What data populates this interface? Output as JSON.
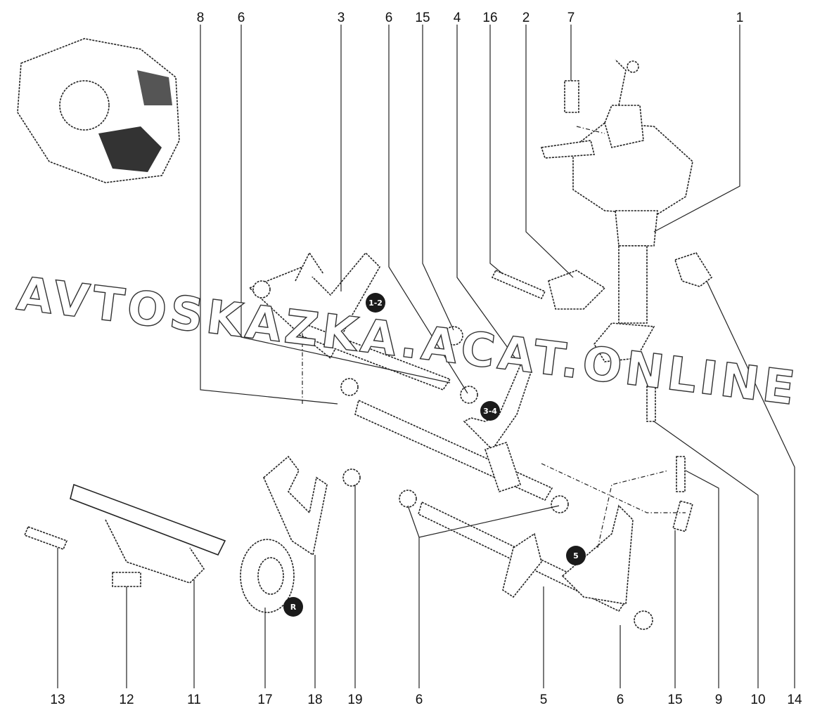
{
  "diagram": {
    "watermark": "AVTOSKAZKA.ACAT.ONLINE",
    "callouts_top": [
      "8",
      "6",
      "3",
      "6",
      "15",
      "4",
      "16",
      "2",
      "7",
      "1"
    ],
    "callouts_bottom": [
      "13",
      "12",
      "11",
      "17",
      "18",
      "19",
      "6",
      "5",
      "6",
      "15",
      "9",
      "10",
      "14"
    ],
    "gear_badges": [
      "1-2",
      "3-4",
      "5",
      "R"
    ]
  }
}
